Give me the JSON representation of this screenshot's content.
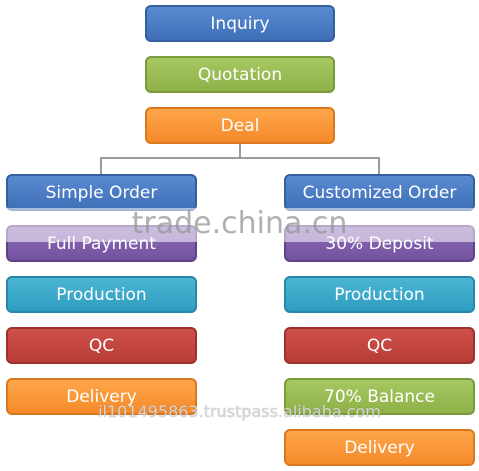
{
  "flow": {
    "top": [
      {
        "label": "Inquiry",
        "color": "#4a7cc4"
      },
      {
        "label": "Quotation",
        "color": "#9bbb59"
      },
      {
        "label": "Deal",
        "color": "#f79646"
      }
    ],
    "left": [
      {
        "label": "Simple Order",
        "color": "#4a7cc4"
      },
      {
        "label": "Full Payment",
        "color": "#8064a2"
      },
      {
        "label": "Production",
        "color": "#4bacc6"
      },
      {
        "label": "QC",
        "color": "#c0504d"
      },
      {
        "label": "Delivery",
        "color": "#f79646"
      }
    ],
    "right": [
      {
        "label": "Customized Order",
        "color": "#4a7cc4"
      },
      {
        "label": "30% Deposit",
        "color": "#8064a2"
      },
      {
        "label": "Production",
        "color": "#4bacc6"
      },
      {
        "label": "QC",
        "color": "#c0504d"
      },
      {
        "label": "70% Balance",
        "color": "#9bbb59"
      },
      {
        "label": "Delivery",
        "color": "#f79646"
      }
    ]
  },
  "watermark": {
    "site": "trade.china.cn",
    "id": "il101495863.trustpass.alibaba.com"
  }
}
